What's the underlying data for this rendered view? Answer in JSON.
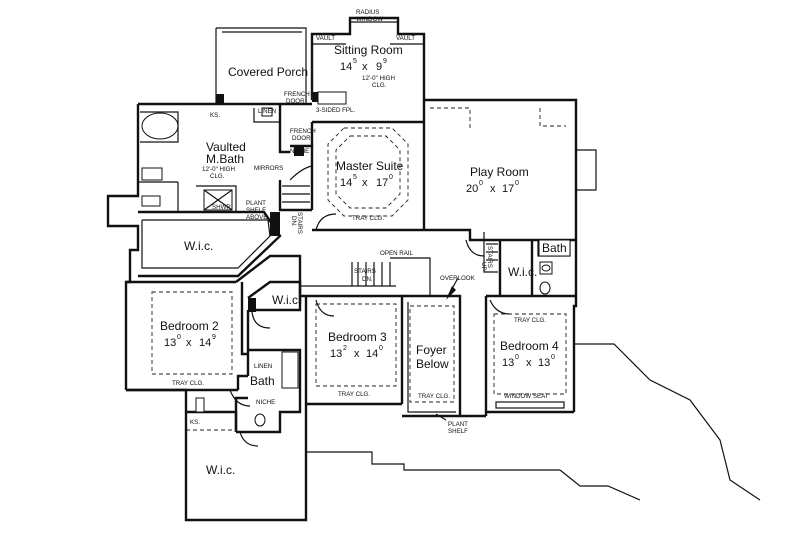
{
  "rooms": {
    "covered_porch": "Covered Porch",
    "sitting_room": "Sitting Room",
    "sitting_room_dim_a": "14",
    "sitting_room_dim_a_sup": "5",
    "sitting_room_dim_b": "9",
    "sitting_room_dim_b_sup": "9",
    "vaulted_mbath_1": "Vaulted",
    "vaulted_mbath_2": "M.Bath",
    "master_suite": "Master Suite",
    "master_suite_dim_a": "14",
    "master_suite_dim_a_sup": "5",
    "master_suite_dim_b": "17",
    "master_suite_dim_b_sup": "0",
    "play_room": "Play Room",
    "play_room_dim_a": "20",
    "play_room_dim_a_sup": "0",
    "play_room_dim_b": "17",
    "play_room_dim_b_sup": "0",
    "wic_master": "W.i.c.",
    "wic_bed2": "W.i.c.",
    "wic_mid": "W.i.c.",
    "wic_right": "W.i.c.",
    "bath_right": "Bath",
    "bath_mid": "Bath",
    "bedroom2": "Bedroom 2",
    "bedroom2_dim_a": "13",
    "bedroom2_dim_a_sup": "0",
    "bedroom2_dim_b": "14",
    "bedroom2_dim_b_sup": "9",
    "bedroom3": "Bedroom 3",
    "bedroom3_dim_a": "13",
    "bedroom3_dim_a_sup": "2",
    "bedroom3_dim_b": "14",
    "bedroom3_dim_b_sup": "0",
    "foyer_1": "Foyer",
    "foyer_2": "Below",
    "bedroom4": "Bedroom 4",
    "bedroom4_dim_a": "13",
    "bedroom4_dim_a_sup": "0",
    "bedroom4_dim_b": "13",
    "bedroom4_dim_b_sup": "0",
    "dim_sep": "x"
  },
  "notes": {
    "radius_window_1": "RADIUS",
    "radius_window_2": "WINDOW",
    "vault_left": "VAULT",
    "vault_right": "VAULT",
    "sitting_clg_1": "12'-0\" HIGH",
    "sitting_clg_2": "CLG.",
    "french_door_1a": "FRENCH",
    "french_door_1b": "DOOR",
    "three_sided_fpl": "3-SIDED FPL.",
    "french_door_2a": "FRENCH",
    "french_door_2b": "DOOR",
    "ks_top": "KS.",
    "linen_top": "LINEN",
    "niche_master": "NICHE",
    "mirrors": "MIRRORS",
    "mbath_clg_1": "12'-0\" HIGH",
    "mbath_clg_2": "CLG.",
    "shwr": "SHWR.",
    "plant_shelf_1": "PLANT",
    "plant_shelf_2": "SHELF",
    "plant_shelf_3": "ABOVE",
    "stairs_dn_1": "STAIRS",
    "stairs_dn_2": "DN.",
    "tray_clg_master": "TRAY CLG.",
    "open_rail": "OPEN RAIL",
    "stairs_mid_1": "STAIRS",
    "stairs_mid_2": "DN.",
    "overlook": "OVERLOOK",
    "stairs_right_1": "STAIRS",
    "stairs_right_2": "UP",
    "tray_clg_bed2": "TRAY CLG.",
    "linen_mid": "LINEN",
    "niche_mid": "NICHE",
    "ks_bottom": "KS.",
    "tray_clg_bed3": "TRAY CLG.",
    "tray_clg_foyer": "TRAY CLG.",
    "plant_shelf_b1": "PLANT",
    "plant_shelf_b2": "SHELF",
    "tray_clg_bed4": "TRAY CLG.",
    "window_seat": "WINDOW SEAT"
  }
}
